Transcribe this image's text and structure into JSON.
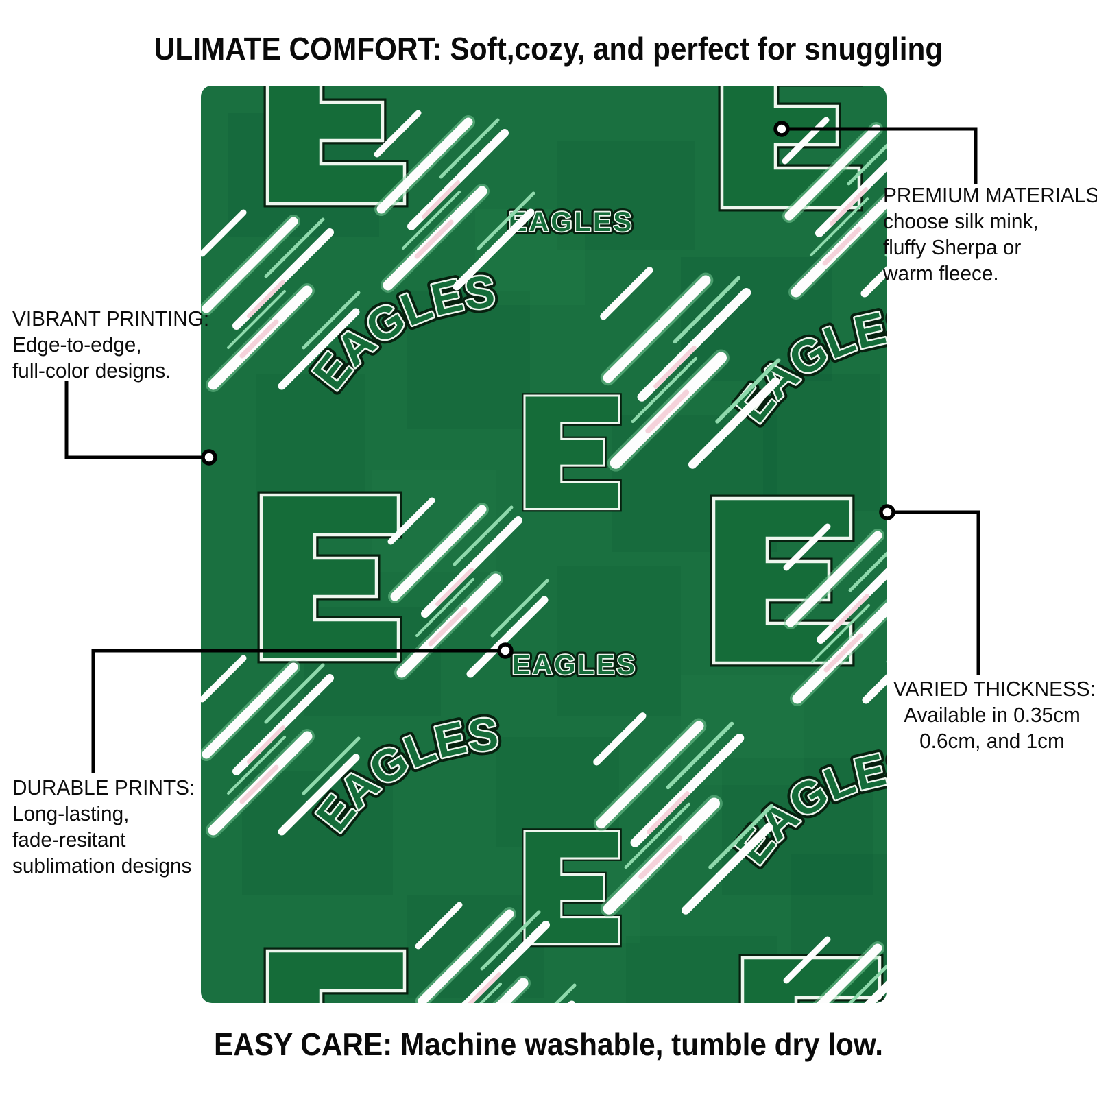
{
  "captions": {
    "top": "ULIMATE COMFORT: Soft,cozy, and perfect for snuggling",
    "bottom": "EASY CARE: Machine washable, tumble dry low."
  },
  "callouts": {
    "premium": {
      "title": "PREMIUM MATERIALS:",
      "lines": [
        "choose silk mink,",
        "fluffy Sherpa or",
        "warm fleece."
      ]
    },
    "vibrant": {
      "title": "VIBRANT PRINTING:",
      "lines": [
        "Edge-to-edge,",
        "full-color designs."
      ]
    },
    "durable": {
      "title": "DURABLE PRINTS:",
      "lines": [
        "Long-lasting,",
        "fade-resitant",
        "sublimation designs"
      ]
    },
    "varied": {
      "title": "VARIED THICKNESS:",
      "lines": [
        "Available in 0.35cm",
        "0.6cm, and 1cm"
      ]
    }
  },
  "pattern": {
    "word": "EAGLES",
    "letter": "E"
  },
  "colors": {
    "blanket_green": "#1a7040",
    "dark_patch_green": "#0a5730",
    "letter_green": "#156c39",
    "outline_white": "#eef6ee",
    "outline_black": "#07200f",
    "streak_white": "#fdfdfd",
    "streak_green": "#7fd19e",
    "streak_pink": "#f4cdd6",
    "connector_black": "#000000"
  }
}
